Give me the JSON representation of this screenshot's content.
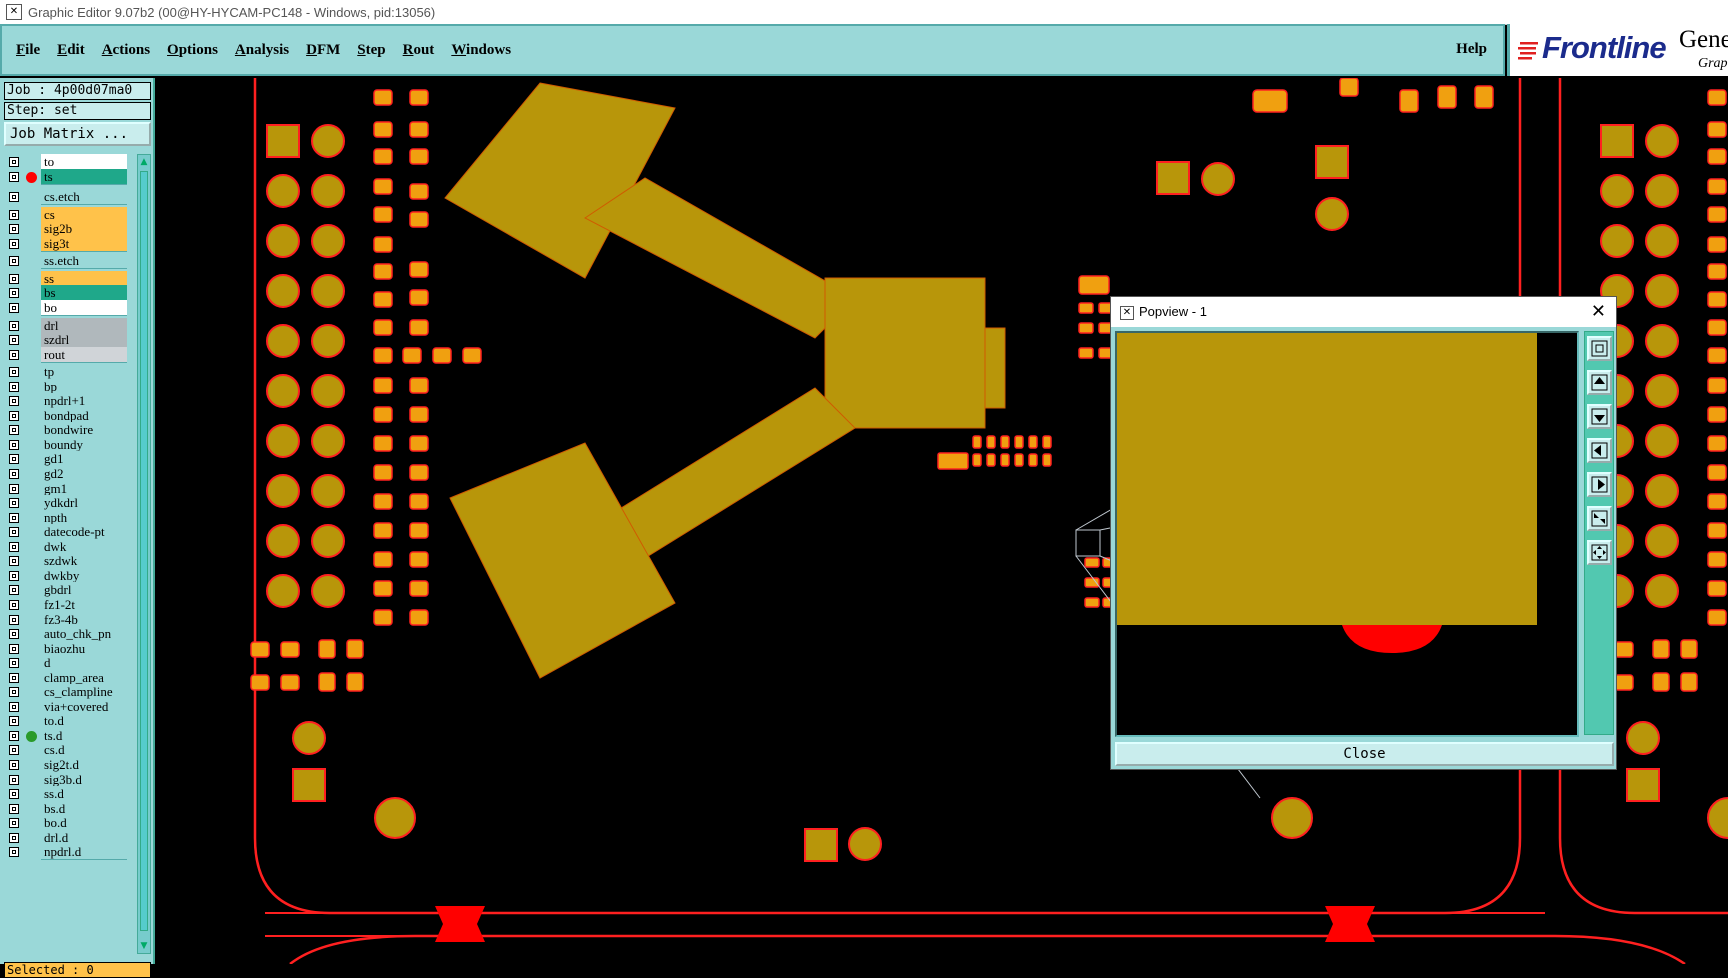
{
  "window": {
    "title": "Graphic Editor 9.07b2 (00@HY-HYCAM-PC148 - Windows, pid:13056)"
  },
  "menu": {
    "items": [
      "File",
      "Edit",
      "Actions",
      "Options",
      "Analysis",
      "DFM",
      "Step",
      "Rout",
      "Windows"
    ],
    "help": "Help"
  },
  "brand": {
    "logo": "Frontline",
    "product": "Gene",
    "product_sub": "Grap"
  },
  "job": {
    "job_label": "Job : 4p00d07ma0",
    "step_label": "Step: set",
    "matrix_button": "Job Matrix ..."
  },
  "layers": [
    {
      "name": "to",
      "color": "#ffffff",
      "dot": ""
    },
    {
      "name": "ts",
      "color": "#1fa88a",
      "dot": "#ff0000"
    },
    {
      "name": "cs.etch",
      "color": "#9ad8d8",
      "dot": ""
    },
    {
      "name": "cs",
      "color": "#ffc24a",
      "dot": ""
    },
    {
      "name": "sig2b",
      "color": "#ffc24a",
      "dot": ""
    },
    {
      "name": "sig3t",
      "color": "#ffc24a",
      "dot": ""
    },
    {
      "name": "ss.etch",
      "color": "#9ad8d8",
      "dot": ""
    },
    {
      "name": "ss",
      "color": "#ffc24a",
      "dot": ""
    },
    {
      "name": "bs",
      "color": "#1fa88a",
      "dot": ""
    },
    {
      "name": "bo",
      "color": "#ffffff",
      "dot": ""
    },
    {
      "name": "drl",
      "color": "#b0b8bc",
      "dot": ""
    },
    {
      "name": "szdrl",
      "color": "#b0b8bc",
      "dot": ""
    },
    {
      "name": "rout",
      "color": "#d0d4d8",
      "dot": ""
    },
    {
      "name": "tp",
      "color": "#9ad8d8",
      "dot": ""
    },
    {
      "name": "bp",
      "color": "#9ad8d8",
      "dot": ""
    },
    {
      "name": "npdrl+1",
      "color": "#9ad8d8",
      "dot": ""
    },
    {
      "name": "bondpad",
      "color": "#9ad8d8",
      "dot": ""
    },
    {
      "name": "bondwire",
      "color": "#9ad8d8",
      "dot": ""
    },
    {
      "name": "boundy",
      "color": "#9ad8d8",
      "dot": ""
    },
    {
      "name": "gd1",
      "color": "#9ad8d8",
      "dot": ""
    },
    {
      "name": "gd2",
      "color": "#9ad8d8",
      "dot": ""
    },
    {
      "name": "gm1",
      "color": "#9ad8d8",
      "dot": ""
    },
    {
      "name": "ydkdrl",
      "color": "#9ad8d8",
      "dot": ""
    },
    {
      "name": "npth",
      "color": "#9ad8d8",
      "dot": ""
    },
    {
      "name": "datecode-pt",
      "color": "#9ad8d8",
      "dot": ""
    },
    {
      "name": "dwk",
      "color": "#9ad8d8",
      "dot": ""
    },
    {
      "name": "szdwk",
      "color": "#9ad8d8",
      "dot": ""
    },
    {
      "name": "dwkby",
      "color": "#9ad8d8",
      "dot": ""
    },
    {
      "name": "gbdrl",
      "color": "#9ad8d8",
      "dot": ""
    },
    {
      "name": "fz1-2t",
      "color": "#9ad8d8",
      "dot": ""
    },
    {
      "name": "fz3-4b",
      "color": "#9ad8d8",
      "dot": ""
    },
    {
      "name": "auto_chk_pn",
      "color": "#9ad8d8",
      "dot": ""
    },
    {
      "name": "biaozhu",
      "color": "#9ad8d8",
      "dot": ""
    },
    {
      "name": "d",
      "color": "#9ad8d8",
      "dot": ""
    },
    {
      "name": "clamp_area",
      "color": "#9ad8d8",
      "dot": ""
    },
    {
      "name": "cs_clampline",
      "color": "#9ad8d8",
      "dot": ""
    },
    {
      "name": "via+covered",
      "color": "#9ad8d8",
      "dot": ""
    },
    {
      "name": "to.d",
      "color": "#9ad8d8",
      "dot": ""
    },
    {
      "name": "ts.d",
      "color": "#9ad8d8",
      "dot": "#2a9a2a"
    },
    {
      "name": "cs.d",
      "color": "#9ad8d8",
      "dot": ""
    },
    {
      "name": "sig2t.d",
      "color": "#9ad8d8",
      "dot": ""
    },
    {
      "name": "sig3b.d",
      "color": "#9ad8d8",
      "dot": ""
    },
    {
      "name": "ss.d",
      "color": "#9ad8d8",
      "dot": ""
    },
    {
      "name": "bs.d",
      "color": "#9ad8d8",
      "dot": ""
    },
    {
      "name": "bo.d",
      "color": "#9ad8d8",
      "dot": ""
    },
    {
      "name": "drl.d",
      "color": "#9ad8d8",
      "dot": ""
    },
    {
      "name": "npdrl.d",
      "color": "#9ad8d8",
      "dot": ""
    }
  ],
  "status": {
    "selected": "Selected : 0"
  },
  "popview": {
    "title": "Popview - 1",
    "close_label": "Close",
    "tools": [
      "zoom-window-icon",
      "pan-up-icon",
      "pan-down-icon",
      "pan-left-icon",
      "pan-right-icon",
      "zoom-home-icon",
      "fit-all-icon"
    ]
  },
  "colors": {
    "copper": "#b8960a",
    "pad": "#f08a18",
    "outline": "#ff2020",
    "panel": "#9ad8d8",
    "board_bg": "#000000"
  }
}
